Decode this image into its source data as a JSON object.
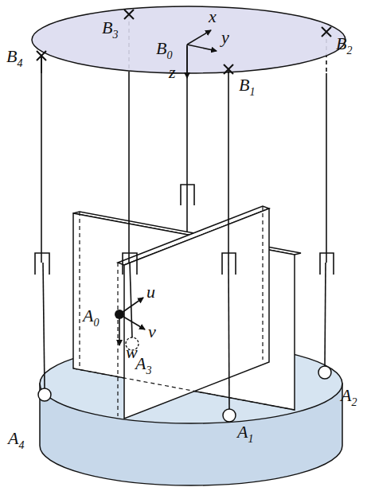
{
  "diagram": {
    "labels": [
      "B4",
      "B3",
      "x",
      "B0",
      "y",
      "B2",
      "z",
      "B1",
      "A0",
      "u",
      "v",
      "w",
      "A3",
      "A4",
      "A2",
      "A1"
    ]
  }
}
